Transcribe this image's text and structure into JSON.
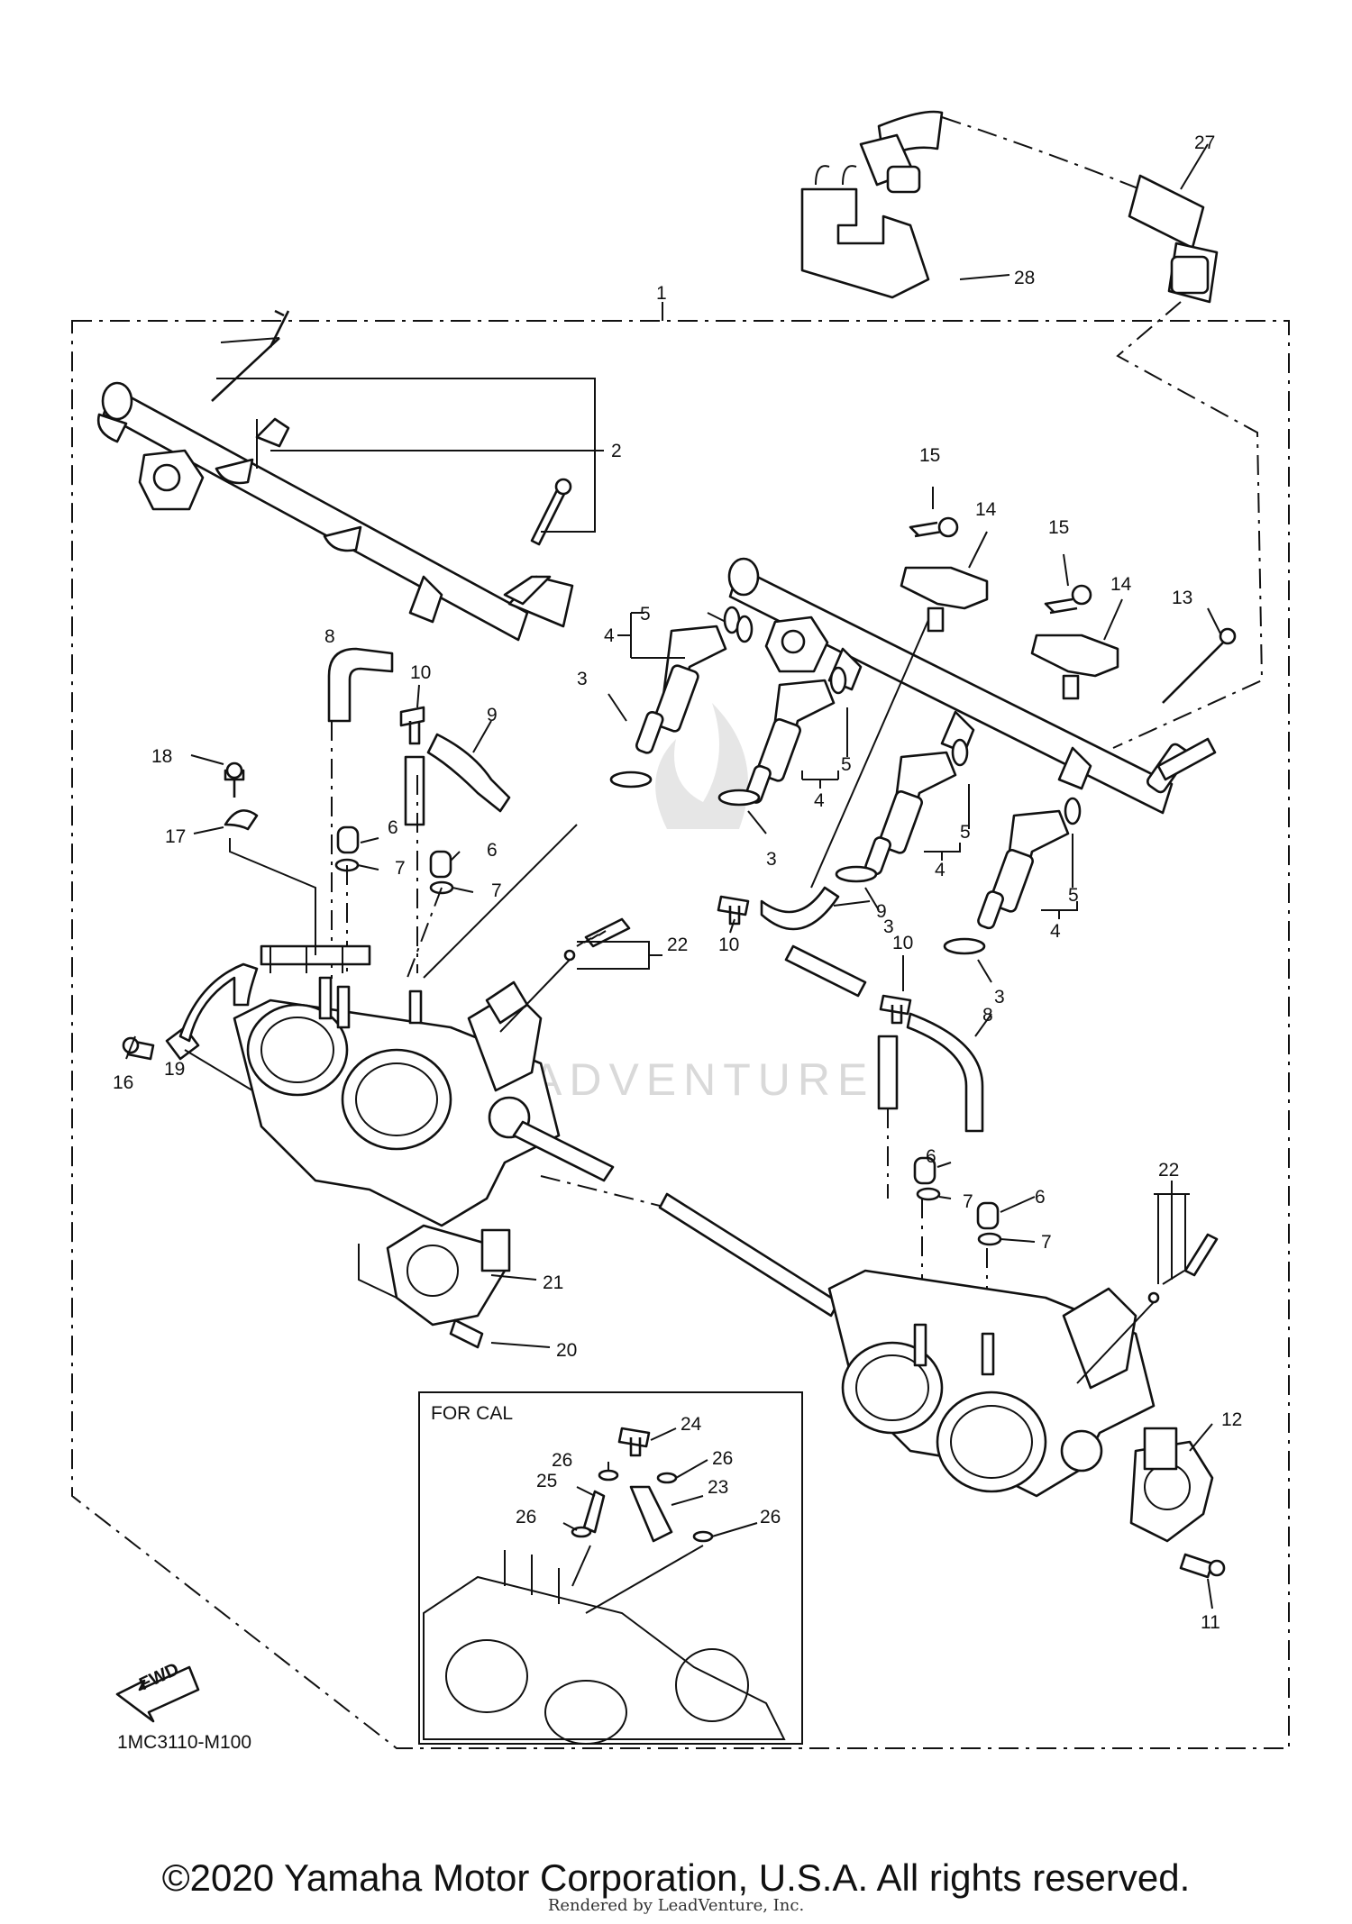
{
  "diagram": {
    "part_numbers": {
      "p1": "1",
      "p2": "2",
      "p3a": "3",
      "p3b": "3",
      "p3c": "3",
      "p3d": "3",
      "p4a": "4",
      "p4b": "4",
      "p4c": "4",
      "p4d": "4",
      "p5a": "5",
      "p5b": "5",
      "p5c": "5",
      "p5d": "5",
      "p6a": "6",
      "p6b": "6",
      "p6c": "6",
      "p6d": "6",
      "p7a": "7",
      "p7b": "7",
      "p7c": "7",
      "p7d": "7",
      "p8a": "8",
      "p8b": "8",
      "p9a": "9",
      "p9b": "9",
      "p10a": "10",
      "p10b": "10",
      "p10c": "10",
      "p11": "11",
      "p12": "12",
      "p13": "13",
      "p14a": "14",
      "p14b": "14",
      "p15a": "15",
      "p15b": "15",
      "p16": "16",
      "p17": "17",
      "p18": "18",
      "p19": "19",
      "p20": "20",
      "p21": "21",
      "p22a": "22",
      "p22b": "22",
      "p23": "23",
      "p24": "24",
      "p25": "25",
      "p26a": "26",
      "p26b": "26",
      "p26c": "26",
      "p26d": "26",
      "p27": "27",
      "p28": "28"
    },
    "inset_title": "FOR CAL",
    "fwd_label": "FWD",
    "diagram_code": "1MC3110-M100",
    "watermark": "ADVENTURE"
  },
  "footer": {
    "copyright": "©2020 Yamaha Motor Corporation, U.S.A. All rights reserved.",
    "rendered_by": "Rendered by LeadVenture, Inc."
  }
}
